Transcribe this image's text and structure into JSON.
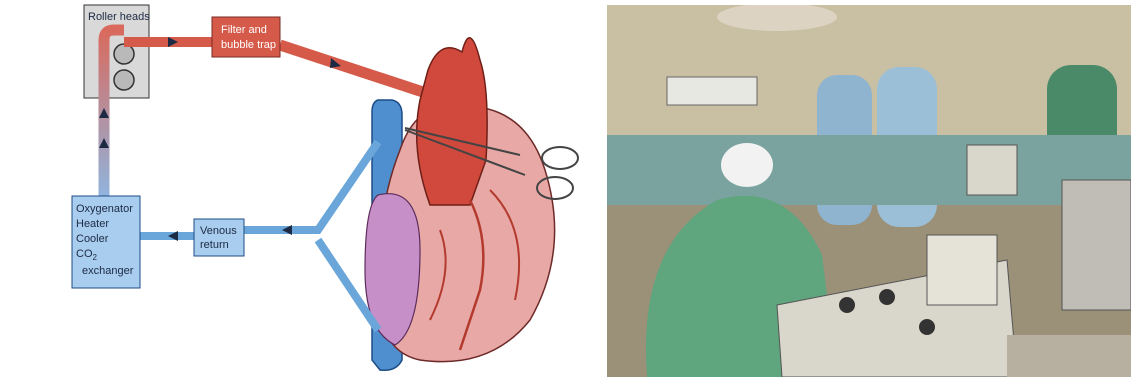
{
  "diagram": {
    "roller_heads": "Roller heads",
    "filter_line1": "Filter and",
    "filter_line2": "bubble trap",
    "venous_line1": "Venous",
    "venous_line2": "return",
    "oxy_line1": "Oxygenator",
    "oxy_line2": "Heater",
    "oxy_line3": "Cooler",
    "oxy_co2": "CO",
    "oxy_co2_sub": "2",
    "oxy_line5": "exchanger"
  },
  "colors": {
    "arterial": "#d65a4a",
    "venous": "#6aa6d9",
    "box_blue": "#a9cdee",
    "heart_pink": "#e8a9a6",
    "lung_purple": "#c78fc7"
  },
  "photo": {
    "scene": "operating room with perfusionist at heart-lung machine console"
  }
}
